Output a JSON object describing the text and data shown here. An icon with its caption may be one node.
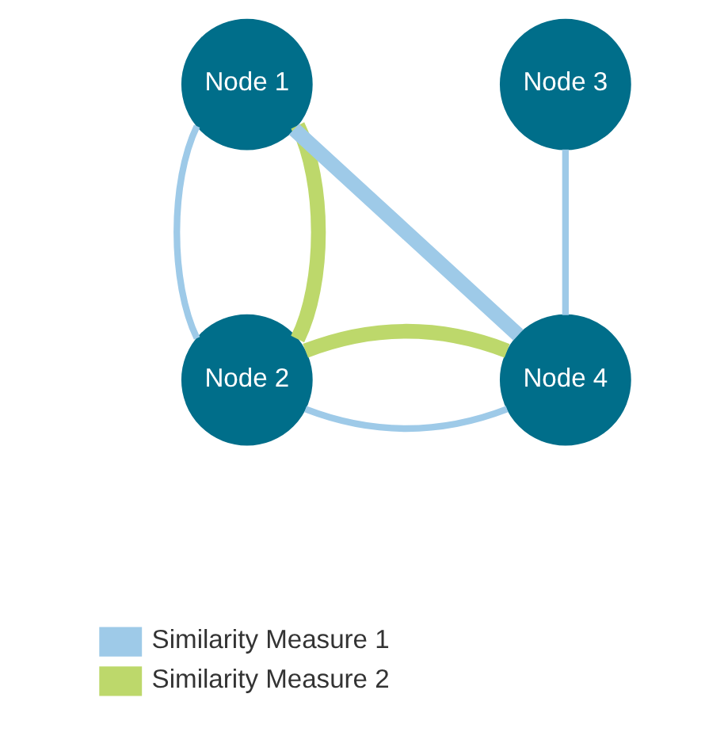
{
  "diagram": {
    "nodes": [
      {
        "text": [
          "Node 1"
        ]
      },
      {
        "text": [
          "Node 3"
        ]
      },
      {
        "text": [
          "Node 2"
        ]
      },
      {
        "text": [
          "Node 4"
        ]
      }
    ],
    "edges": [
      {
        "from": 0,
        "to": 2,
        "arrow": "none"
      },
      {
        "from": 0,
        "to": 3,
        "arrow": "none",
        "style": "thick"
      },
      {
        "from": 1,
        "to": 3,
        "arrow": "none"
      },
      {
        "from": 2,
        "to": 3,
        "arrow": "none"
      },
      {
        "from": 0,
        "to": 2,
        "arrow": "none",
        "style": "thick",
        "color": "#bdd86b"
      },
      {
        "from": 2,
        "to": 3,
        "arrow": "none",
        "style": "thick",
        "color": "#bdd86b"
      }
    ],
    "legend": [
      {
        "text": "Similarity Measure 1",
        "color": "#9ecae8"
      },
      {
        "text": "Similarity Measure 2",
        "color": "#bdd86b"
      }
    ]
  }
}
